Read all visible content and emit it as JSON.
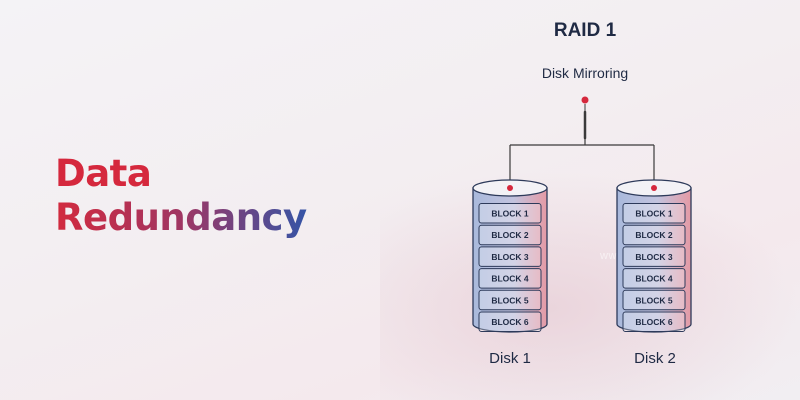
{
  "headline": {
    "line1": "Data",
    "line2": "Redundancy"
  },
  "diagram": {
    "title": "RAID 1",
    "subtitle": "Disk Mirroring",
    "watermark": "www.com",
    "disks": [
      {
        "label": "Disk 1",
        "blocks": [
          "BLOCK 1",
          "BLOCK 2",
          "BLOCK 3",
          "BLOCK 4",
          "BLOCK 5",
          "BLOCK 6"
        ]
      },
      {
        "label": "Disk 2",
        "blocks": [
          "BLOCK 1",
          "BLOCK 2",
          "BLOCK 3",
          "BLOCK 4",
          "BLOCK 5",
          "BLOCK 6"
        ]
      }
    ]
  },
  "colors": {
    "accent_red": "#d5283d",
    "accent_blue": "#3454a6",
    "connector": "#3a3a3a",
    "disk_stroke": "#2d3a5a",
    "disk_fill_left": "#a9b9dc",
    "disk_fill_right": "#e59aa5"
  }
}
